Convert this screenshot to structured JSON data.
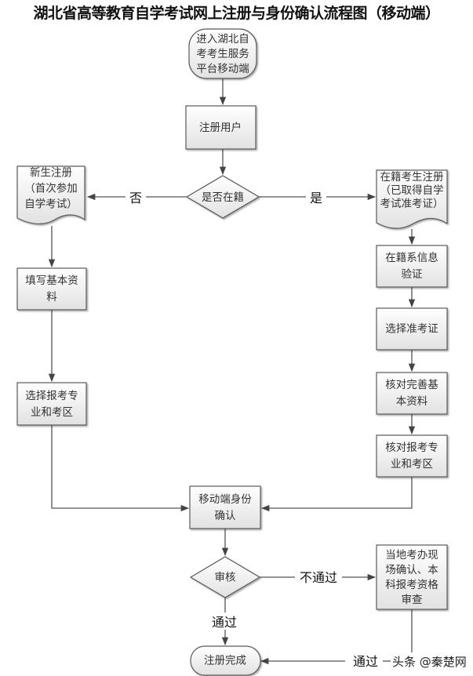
{
  "title": "湖北省高等教育自学考试网上注册与身份确认流程图（移动端）",
  "nodes": {
    "start": [
      "进入湖北自",
      "考考生服务",
      "平台移动端"
    ],
    "register_user": [
      "注册用户"
    ],
    "decision_enrolled": [
      "是否在籍"
    ],
    "new_student": [
      "新生注册",
      "（首次参加",
      "自学考试）"
    ],
    "enrolled_student": [
      "在籍考生注册",
      "（已取得自学",
      "考试准考证）"
    ],
    "fill_basic_info": [
      "填写基本资",
      "料"
    ],
    "select_major_left": [
      "选择报考专",
      "业和考区"
    ],
    "verify_enrollment": [
      "在籍系信息",
      "验证"
    ],
    "select_ticket": [
      "选择准考证"
    ],
    "check_basic_info": [
      "核对完善基",
      "本资料"
    ],
    "check_major_right": [
      "核对报考专",
      "业和考区"
    ],
    "mobile_id_confirm": [
      "移动端身份",
      "确认"
    ],
    "decision_review": [
      "审核"
    ],
    "local_office_review": [
      "当地考办现",
      "场确认、本",
      "科报考资格",
      "审查"
    ],
    "end": [
      "注册完成"
    ]
  },
  "edge_labels": {
    "no": "否",
    "yes": "是",
    "fail": "不通过",
    "pass": "通过",
    "pass_return": "通过"
  },
  "watermark": "头条 @秦楚网",
  "colors": {
    "stroke": "#5a5a5a",
    "fill_top": "#ffffff",
    "fill_bottom": "#e4e4e4",
    "line": "#555555"
  }
}
